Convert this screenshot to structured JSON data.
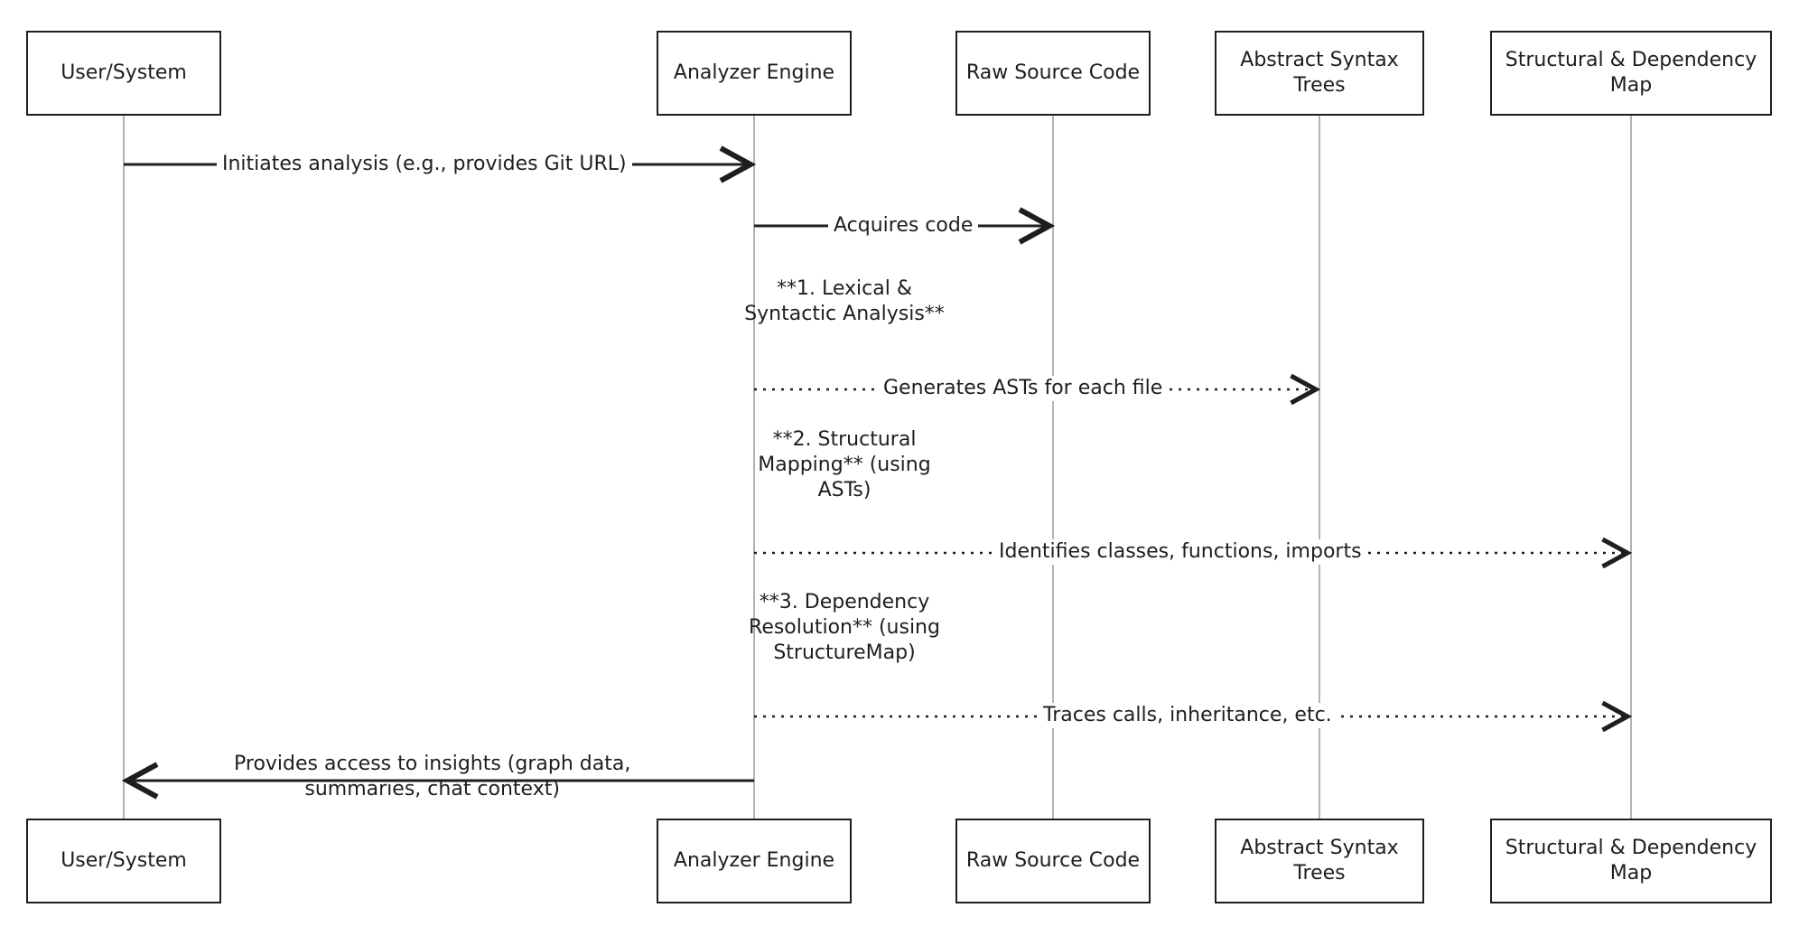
{
  "participants": [
    {
      "id": "user",
      "label": "User/System"
    },
    {
      "id": "engine",
      "label": "Analyzer Engine"
    },
    {
      "id": "raw",
      "label": "Raw Source Code"
    },
    {
      "id": "ast",
      "label": "Abstract Syntax Trees"
    },
    {
      "id": "map",
      "label": "Structural & Dependency Map"
    }
  ],
  "messages": [
    {
      "from": "user",
      "to": "engine",
      "style": "solid",
      "label": "Initiates analysis (e.g., provides Git URL)"
    },
    {
      "from": "engine",
      "to": "raw",
      "style": "solid",
      "label": "Acquires code"
    },
    {
      "from": "engine",
      "to": "ast",
      "style": "dotted",
      "label": "Generates ASTs for each file"
    },
    {
      "from": "engine",
      "to": "map",
      "style": "dotted",
      "label": "Identifies classes, functions, imports"
    },
    {
      "from": "engine",
      "to": "map",
      "style": "dotted",
      "label": "Traces calls, inheritance, etc."
    },
    {
      "from": "engine",
      "to": "user",
      "style": "solid",
      "label": "Provides access to insights (graph data,\nsummaries, chat context)"
    }
  ],
  "notes": [
    {
      "over": "engine",
      "text": "**1. Lexical &\nSyntactic Analysis**"
    },
    {
      "over": "engine",
      "text": "**2. Structural\nMapping** (using\nASTs)"
    },
    {
      "over": "engine",
      "text": "**3. Dependency\nResolution** (using\nStructureMap)"
    }
  ]
}
